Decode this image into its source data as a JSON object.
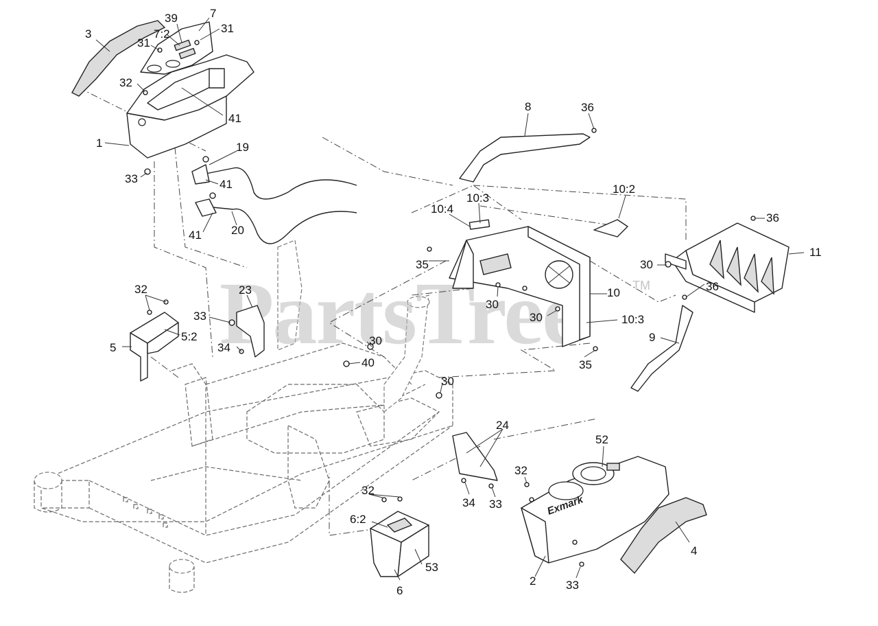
{
  "watermark": {
    "text": "PartsTree",
    "trademark": "TM"
  },
  "decal": {
    "brand_text": "Exmark"
  },
  "callouts": [
    {
      "id": "c3",
      "label": "3"
    },
    {
      "id": "c39",
      "label": "39"
    },
    {
      "id": "c7",
      "label": "7"
    },
    {
      "id": "c7-2",
      "label": "7:2"
    },
    {
      "id": "c31a",
      "label": "31"
    },
    {
      "id": "c31b",
      "label": "31"
    },
    {
      "id": "c32a",
      "label": "32"
    },
    {
      "id": "c41a",
      "label": "41"
    },
    {
      "id": "c1",
      "label": "1"
    },
    {
      "id": "c33a",
      "label": "33"
    },
    {
      "id": "c19",
      "label": "19"
    },
    {
      "id": "c41b",
      "label": "41"
    },
    {
      "id": "c41c",
      "label": "41"
    },
    {
      "id": "c20",
      "label": "20"
    },
    {
      "id": "c8",
      "label": "8"
    },
    {
      "id": "c36a",
      "label": "36"
    },
    {
      "id": "c10-2",
      "label": "10:2"
    },
    {
      "id": "c10-4",
      "label": "10:4"
    },
    {
      "id": "c10-3a",
      "label": "10:3"
    },
    {
      "id": "c36b",
      "label": "36"
    },
    {
      "id": "c11",
      "label": "11"
    },
    {
      "id": "c35a",
      "label": "35"
    },
    {
      "id": "c30a",
      "label": "30"
    },
    {
      "id": "c30b",
      "label": "30"
    },
    {
      "id": "c10",
      "label": "10"
    },
    {
      "id": "c30c",
      "label": "30"
    },
    {
      "id": "c10-3b",
      "label": "10:3"
    },
    {
      "id": "c36c",
      "label": "36"
    },
    {
      "id": "c9",
      "label": "9"
    },
    {
      "id": "c35b",
      "label": "35"
    },
    {
      "id": "c32b",
      "label": "32"
    },
    {
      "id": "c23",
      "label": "23"
    },
    {
      "id": "c33b",
      "label": "33"
    },
    {
      "id": "c5-2",
      "label": "5:2"
    },
    {
      "id": "c5",
      "label": "5"
    },
    {
      "id": "c34a",
      "label": "34"
    },
    {
      "id": "c30d",
      "label": "30"
    },
    {
      "id": "c40",
      "label": "40"
    },
    {
      "id": "c30e",
      "label": "30"
    },
    {
      "id": "c24",
      "label": "24"
    },
    {
      "id": "c52",
      "label": "52"
    },
    {
      "id": "c32c",
      "label": "32"
    },
    {
      "id": "c34b",
      "label": "34"
    },
    {
      "id": "c33c",
      "label": "33"
    },
    {
      "id": "c32d",
      "label": "32"
    },
    {
      "id": "c6-2",
      "label": "6:2"
    },
    {
      "id": "c53",
      "label": "53"
    },
    {
      "id": "c6",
      "label": "6"
    },
    {
      "id": "c2",
      "label": "2"
    },
    {
      "id": "c33d",
      "label": "33"
    },
    {
      "id": "c4",
      "label": "4"
    }
  ]
}
